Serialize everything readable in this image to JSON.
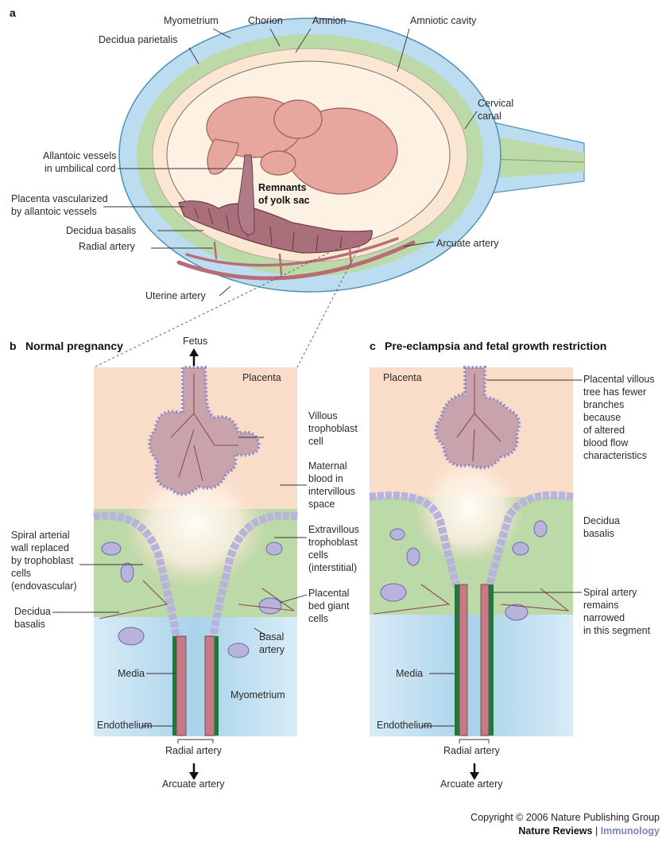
{
  "panels": {
    "a": "a",
    "b": "b",
    "b_title": "Normal pregnancy",
    "c": "c",
    "c_title": "Pre-eclampsia and fetal growth restriction"
  },
  "labels_a": {
    "myometrium": "Myometrium",
    "chorion": "Chorion",
    "amnion": "Amnion",
    "amniotic_cavity": "Amniotic cavity",
    "decidua_parietalis": "Decidua parietalis",
    "cervical_canal": [
      "Cervical",
      "canal"
    ],
    "allantoic_vessels": [
      "Allantoic vessels",
      "in umbilical cord"
    ],
    "placenta_vascularized": [
      "Placenta vascularized",
      "by allantoic vessels"
    ],
    "remnants": [
      "Remnants",
      "of yolk sac"
    ],
    "decidua_basalis": "Decidua basalis",
    "radial_artery": "Radial artery",
    "arcuate_artery": "Arcuate artery",
    "uterine_artery": "Uterine artery"
  },
  "labels_b": {
    "fetus": "Fetus",
    "placenta": "Placenta",
    "villous_trophoblast": [
      "Villous",
      "trophoblast",
      "cell"
    ],
    "maternal_blood": [
      "Maternal",
      "blood in",
      "intervillous",
      "space"
    ],
    "spiral_wall": [
      "Spiral arterial",
      "wall replaced",
      "by trophoblast",
      "cells",
      "(endovascular)"
    ],
    "extravillous": [
      "Extravillous",
      "trophoblast",
      "cells",
      "(interstitial)"
    ],
    "placental_bed": [
      "Placental",
      "bed giant",
      "cells"
    ],
    "decidua_basalis": [
      "Decidua",
      "basalis"
    ],
    "basal_artery": [
      "Basal",
      "artery"
    ],
    "media": "Media",
    "myometrium": "Myometrium",
    "endothelium": "Endothelium",
    "radial_artery": "Radial artery",
    "arcuate_artery": "Arcuate artery"
  },
  "labels_c": {
    "placenta": "Placenta",
    "villous_tree": [
      "Placental villous",
      "tree has fewer",
      "branches",
      "because",
      "of altered",
      "blood flow",
      "characteristics"
    ],
    "decidua_basalis": [
      "Decidua",
      "basalis"
    ],
    "spiral_narrowed": [
      "Spiral artery",
      "remains",
      "narrowed",
      "in this segment"
    ],
    "media": "Media",
    "endothelium": "Endothelium",
    "radial_artery": "Radial artery",
    "arcuate_artery": "Arcuate artery"
  },
  "copyright": {
    "line1": "Copyright © 2006 Nature Publishing Group",
    "journal": "Nature Reviews",
    "separator": " | ",
    "subject": "Immunology"
  },
  "colors": {
    "myometrium": "#bcdcef",
    "decidua": "#bcd9a8",
    "amnion_fluid": "#fbe6d2",
    "placenta_tissue": "#a9707c",
    "fetus": "#e7a79e",
    "artery": "#c47b84",
    "trophoblast": "#b7b3dc",
    "endothelium_green": "#1f7a3a",
    "placenta_bg": "#f9ddc8"
  }
}
